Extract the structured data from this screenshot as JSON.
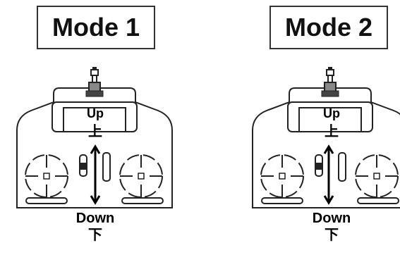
{
  "modes": [
    {
      "title": "Mode 1",
      "up_en": "Up",
      "up_cn": "上",
      "down_en": "Down",
      "down_cn": "下"
    },
    {
      "title": "Mode 2",
      "up_en": "Up",
      "up_cn": "上",
      "down_en": "Down",
      "down_cn": "下"
    }
  ]
}
